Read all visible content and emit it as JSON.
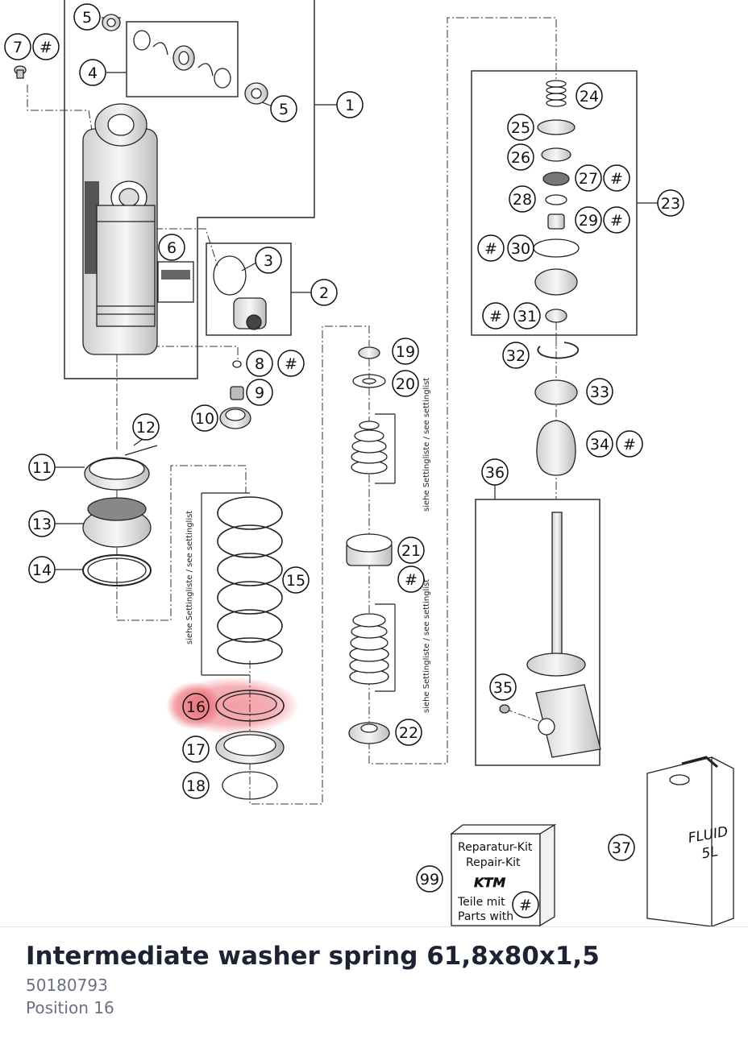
{
  "diagram": {
    "callouts": [
      {
        "id": "c1",
        "label": "1"
      },
      {
        "id": "c2",
        "label": "2"
      },
      {
        "id": "c3",
        "label": "3"
      },
      {
        "id": "c4",
        "label": "4"
      },
      {
        "id": "c5a",
        "label": "5"
      },
      {
        "id": "c5b",
        "label": "5"
      },
      {
        "id": "c6",
        "label": "6"
      },
      {
        "id": "c7",
        "label": "7"
      },
      {
        "id": "c8",
        "label": "8"
      },
      {
        "id": "c9",
        "label": "9"
      },
      {
        "id": "c10",
        "label": "10"
      },
      {
        "id": "c11",
        "label": "11"
      },
      {
        "id": "c12",
        "label": "12"
      },
      {
        "id": "c13",
        "label": "13"
      },
      {
        "id": "c14",
        "label": "14"
      },
      {
        "id": "c15",
        "label": "15"
      },
      {
        "id": "c16",
        "label": "16",
        "highlighted": true
      },
      {
        "id": "c17",
        "label": "17"
      },
      {
        "id": "c18",
        "label": "18"
      },
      {
        "id": "c19",
        "label": "19"
      },
      {
        "id": "c20",
        "label": "20"
      },
      {
        "id": "c21",
        "label": "21"
      },
      {
        "id": "c22",
        "label": "22"
      },
      {
        "id": "c23",
        "label": "23"
      },
      {
        "id": "c24",
        "label": "24"
      },
      {
        "id": "c25",
        "label": "25"
      },
      {
        "id": "c26",
        "label": "26"
      },
      {
        "id": "c27",
        "label": "27"
      },
      {
        "id": "c28",
        "label": "28"
      },
      {
        "id": "c29",
        "label": "29"
      },
      {
        "id": "c30",
        "label": "30"
      },
      {
        "id": "c31",
        "label": "31"
      },
      {
        "id": "c32",
        "label": "32"
      },
      {
        "id": "c33",
        "label": "33"
      },
      {
        "id": "c34",
        "label": "34"
      },
      {
        "id": "c35",
        "label": "35"
      },
      {
        "id": "c36",
        "label": "36"
      },
      {
        "id": "c37",
        "label": "37"
      },
      {
        "id": "c99",
        "label": "99"
      }
    ],
    "hash_marker": "#",
    "setting_list_label": "siehe Settingliste / see settinglist",
    "repair_kit": {
      "line1": "Reparatur-Kit",
      "line2": "Repair-Kit",
      "logo": "KTM",
      "line3": "Teile mit",
      "line4": "Parts with"
    },
    "fluid_can": {
      "line1": "FLUID",
      "line2": "5L"
    },
    "highlight_color": "#e8505b"
  },
  "part": {
    "title": "Intermediate washer spring 61,8x80x1,5",
    "number": "50180793",
    "position": "Position 16"
  }
}
